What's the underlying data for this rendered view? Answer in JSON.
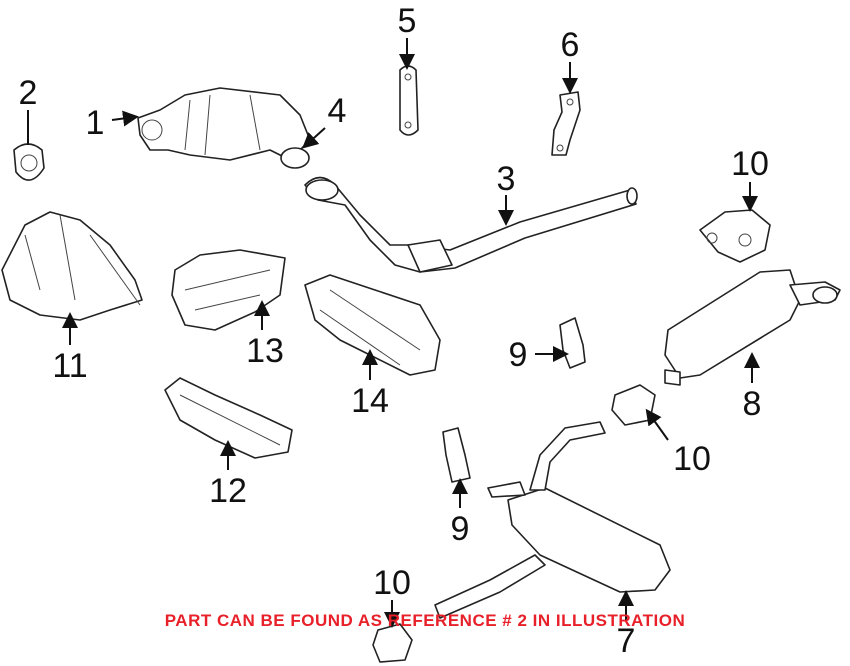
{
  "diagram": {
    "callouts": [
      "1",
      "2",
      "3",
      "4",
      "5",
      "6",
      "7",
      "8",
      "9",
      "9",
      "10",
      "10",
      "10",
      "11",
      "12",
      "13",
      "14"
    ],
    "note": "PART CAN BE FOUND AS REFERENCE # 2 IN ILLUSTRATION",
    "note_color": "#e8202a"
  }
}
